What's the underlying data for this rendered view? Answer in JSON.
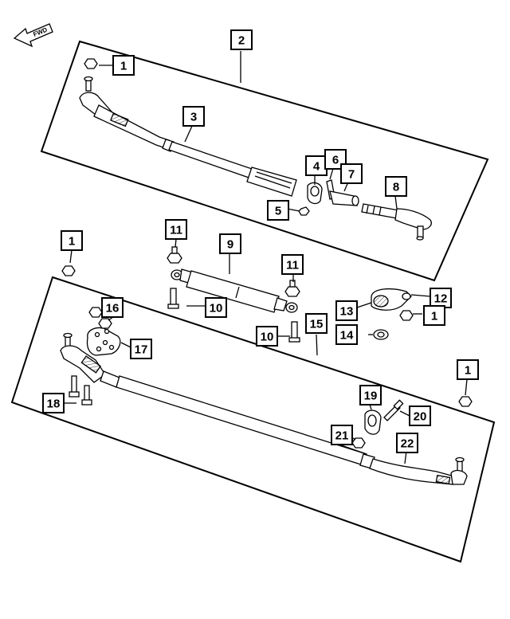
{
  "diagram": {
    "fwd_label": "FWD",
    "callouts": [
      {
        "id": "c1a",
        "label": "1"
      },
      {
        "id": "c2",
        "label": "2"
      },
      {
        "id": "c3",
        "label": "3"
      },
      {
        "id": "c4",
        "label": "4"
      },
      {
        "id": "c6",
        "label": "6"
      },
      {
        "id": "c7",
        "label": "7"
      },
      {
        "id": "c8",
        "label": "8"
      },
      {
        "id": "c5",
        "label": "5"
      },
      {
        "id": "c1b",
        "label": "1"
      },
      {
        "id": "c11a",
        "label": "11"
      },
      {
        "id": "c9",
        "label": "9"
      },
      {
        "id": "c11b",
        "label": "11"
      },
      {
        "id": "c10a",
        "label": "10"
      },
      {
        "id": "c16",
        "label": "16"
      },
      {
        "id": "c12",
        "label": "12"
      },
      {
        "id": "c13",
        "label": "13"
      },
      {
        "id": "c1c",
        "label": "1"
      },
      {
        "id": "c15",
        "label": "15"
      },
      {
        "id": "c10b",
        "label": "10"
      },
      {
        "id": "c14",
        "label": "14"
      },
      {
        "id": "c17",
        "label": "17"
      },
      {
        "id": "c1d",
        "label": "1"
      },
      {
        "id": "c18",
        "label": "18"
      },
      {
        "id": "c19",
        "label": "19"
      },
      {
        "id": "c20",
        "label": "20"
      },
      {
        "id": "c21",
        "label": "21"
      },
      {
        "id": "c22",
        "label": "22"
      }
    ]
  }
}
